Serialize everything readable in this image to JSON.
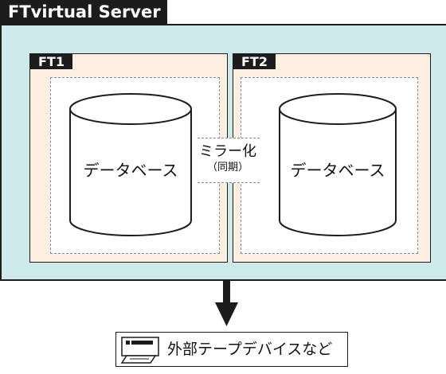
{
  "server": {
    "title": "FTvirtual Server"
  },
  "nodes": [
    {
      "label": "FT1",
      "database_label": "データベース"
    },
    {
      "label": "FT2",
      "database_label": "データベース"
    }
  ],
  "mirror": {
    "label": "ミラー化",
    "sublabel": "（同期）"
  },
  "external_device": {
    "label": "外部テープデバイスなど",
    "icon": "tape-drive-icon"
  },
  "colors": {
    "server_fill": "#cde9e9",
    "node_fill": "#fdeee2",
    "dark": "#1c1c1c"
  }
}
